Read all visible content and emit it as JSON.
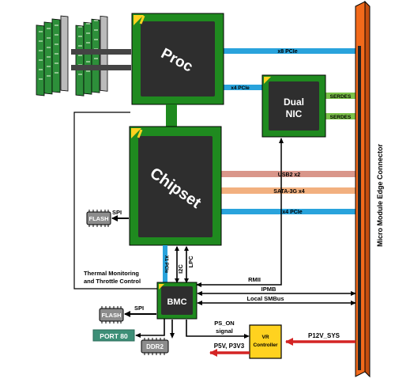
{
  "blocks": {
    "proc": "Proc",
    "chipset": "Chipset",
    "dual_nic_line1": "Dual",
    "dual_nic_line2": "NIC",
    "bmc": "BMC",
    "vr_line1": "VR",
    "vr_line2": "Controller",
    "flash_chipset": "FLASH",
    "flash_bmc": "FLASH",
    "port80": "PORT 80",
    "ddr2": "DDR2"
  },
  "links": {
    "proc_x8_pcie": "x8 PCIe",
    "proc_x4_pcie": "x4 PCIe",
    "serdes_1": "SERDES",
    "serdes_2": "SERDES",
    "usb2": "USB2 x2",
    "sata": "SATA-3G x4",
    "chipset_x4_pcie": "x4 PCIe",
    "chipset_x1_pcie": "X1 PCIe",
    "spi_chipset": "SPI",
    "spi_bmc": "SPI",
    "i2c": "I2C",
    "lpc": "LPC",
    "rmii": "RMII",
    "ipmb": "IPMB",
    "local_smbus": "Local SMBus",
    "thermal_line1": "Thermal Monitoring",
    "thermal_line2": "and Throttle Control",
    "ps_on_line1": "PS_ON",
    "ps_on_line2": "signal",
    "p5v_p3v3": "P5V, P3V3",
    "p12v_sys": "P12V_SYS"
  },
  "connector": {
    "label": "Micro Module Edge Connector"
  },
  "colors": {
    "board_green": "#1f8a1f",
    "chip_dark": "#2e2e2e",
    "pcie_blue": "#29a3dc",
    "serdes_green": "#7cc24a",
    "usb_pink": "#d9968a",
    "sata_orange": "#f2b07f",
    "connector_orange": "#f26a1b",
    "vr_yellow": "#ffd21f",
    "power_red": "#d42424",
    "port80_teal": "#3d8f77",
    "flash_gray": "#8c8c8c"
  }
}
